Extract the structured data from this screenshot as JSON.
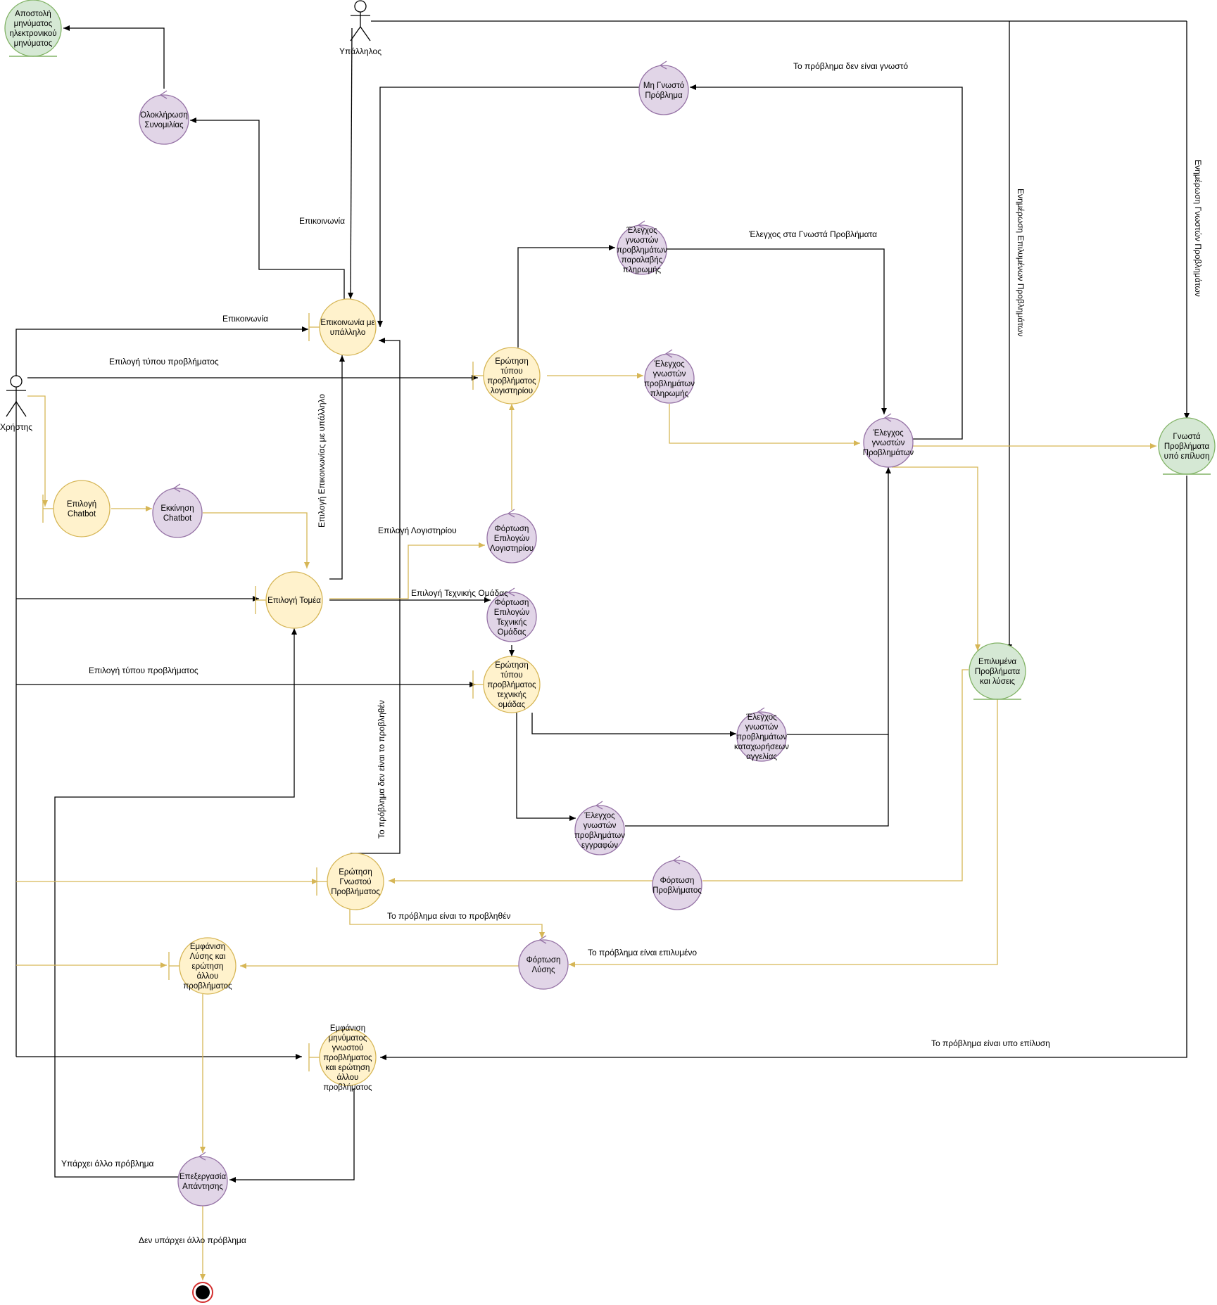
{
  "colors": {
    "boundary_fill": "#fff2cc",
    "boundary_stroke": "#d6b656",
    "control_fill": "#e1d5e7",
    "control_stroke": "#9673a6",
    "entity_fill": "#d5e8d4",
    "entity_stroke": "#82b366",
    "edge_black": "#000000",
    "edge_gold": "#d6b656"
  },
  "actors": {
    "user": "Χρήστης",
    "employee": "Υπάλληλος"
  },
  "nodes": {
    "email": [
      "Αποστολή",
      "μηνύματος",
      "ηλεκτρονικού",
      "μηνύματος"
    ],
    "end_chat": [
      "Ολοκλήρωση",
      "Συνομιλίας"
    ],
    "unknown_problem": [
      "Μη Γνωστό",
      "Πρόβλημα"
    ],
    "contact_employee": [
      "Επικοινωνία με",
      "υπάλληλο"
    ],
    "check_receipt": [
      "Έλεγχος",
      "γνωστών",
      "προβλημάτων",
      "παραλαβής",
      "πληρωμής"
    ],
    "ask_accounting": [
      "Ερώτηση",
      "τύπου",
      "προβλήματος",
      "λογιστηρίου"
    ],
    "check_payment": [
      "Έλεγχος",
      "γνωστών",
      "προβλημάτων",
      "πληρωμής"
    ],
    "check_known": [
      "Έλεγχος",
      "γνωστών",
      "Προβλημάτων"
    ],
    "known_unresolved": [
      "Γνωστά",
      "Προβλήματα",
      "υπό επίλυση"
    ],
    "choose_chatbot": [
      "Επιλογή",
      "Chatbot"
    ],
    "start_chatbot": [
      "Εκκίνηση",
      "Chatbot"
    ],
    "load_accounting": [
      "Φόρτωση",
      "Επιλογών",
      "Λογιστηρίου"
    ],
    "choose_sector": [
      "Επιλογή Τομέα"
    ],
    "load_tech": [
      "Φόρτωση",
      "Επιλογών",
      "Τεχνικής",
      "Ομάδας"
    ],
    "ask_tech": [
      "Ερώτηση",
      "τύπου",
      "προβλήματος",
      "τεχνικής",
      "ομάδας"
    ],
    "solved_problems": [
      "Επιλυμένα",
      "Προβλήματα",
      "και λύσεις"
    ],
    "check_ads": [
      "Έλεγχος",
      "γνωστών",
      "προβλημάτων",
      "καταχωρήσεων",
      "αγγελίας"
    ],
    "check_registration": [
      "Έλεγχος",
      "γνωστών",
      "προβλημάτων",
      "εγγραφών"
    ],
    "ask_known": [
      "Ερώτηση",
      "Γνωστού",
      "Προβλήματος"
    ],
    "load_problem": [
      "Φόρτωση",
      "Προβλήματος"
    ],
    "show_solution": [
      "Εμφάνιση",
      "Λύσης και",
      "ερώτηση",
      "άλλου",
      "προβλήματος"
    ],
    "load_solution": [
      "Φόρτωση",
      "Λύσης"
    ],
    "show_known_msg": [
      "Εμφάνιση",
      "μηνύματος",
      "γνωστού",
      "προβλήματος",
      "και ερώτηση",
      "άλλου",
      "προβλήματος"
    ],
    "process_answer": [
      "Επεξεργασία",
      "Απάντησης"
    ]
  },
  "labels": {
    "not_known": "Το πρόβλημα δεν είναι γνωστό",
    "contact_top": "Επικοινωνία",
    "contact_left": "Επικοινωνία",
    "check_in_known": "Έλεγχος στα Γνωστά Προβλήματα",
    "choose_type_1": "Επιλογή τύπου προβλήματος",
    "choose_contact_emp": "Επιλογή Επικοινωνίας με υπάλληλο",
    "choose_accounting": "Επιλογή Λογιστηρίου",
    "choose_tech": "Επιλογή Τεχνικής Ομάδας",
    "choose_type_2": "Επιλογή τύπου προβλήματος",
    "not_the_problem": "Το πρόβλημα δεν είναι το προβληθέν",
    "is_the_problem": "Το πρόβλημα είναι το προβληθέν",
    "is_solved": "Το πρόβλημα είναι επιλυμένο",
    "under_resolution": "Το πρόβλημα είναι υπο επίλυση",
    "other_problem": "Υπάρχει άλλο πρόβλημα",
    "no_other_problem": "Δεν υπάρχει άλλο πρόβλημα",
    "update_solved": "Ενημέρωση Επιλυμένων Προβλημάτων",
    "update_known": "Ενημέρωση Γνωστών Προβλημάτων"
  }
}
